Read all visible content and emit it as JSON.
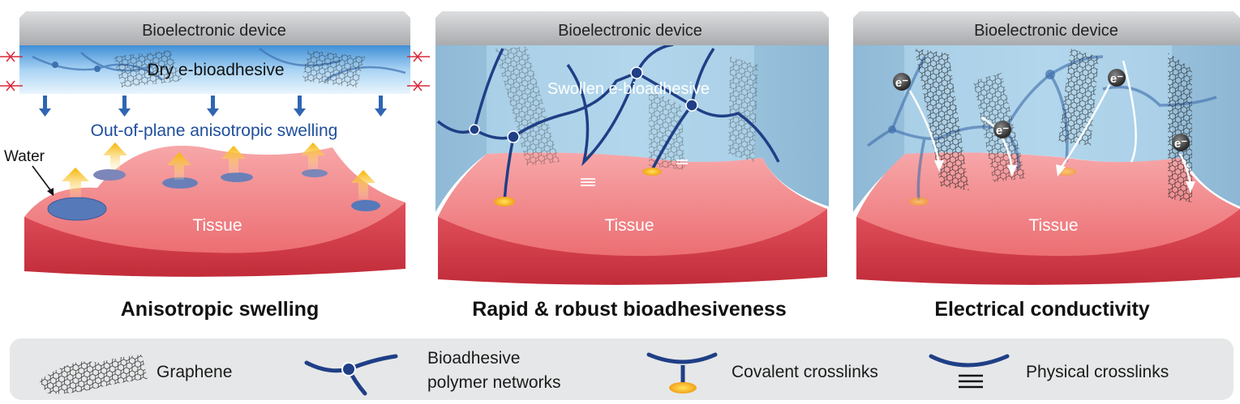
{
  "panels": [
    {
      "device_label": "Bioelectronic device",
      "adhesive_label": "Dry e-bioadhesive",
      "swelling_label": "Out-of-plane anisotropic swelling",
      "water_label": "Water",
      "tissue_label": "Tissue",
      "title": "Anisotropic swelling"
    },
    {
      "device_label": "Bioelectronic device",
      "adhesive_label": "Swollen e-bioadhesive",
      "tissue_label": "Tissue",
      "title": "Rapid & robust bioadhesiveness"
    },
    {
      "device_label": "Bioelectronic device",
      "tissue_label": "Tissue",
      "electron_label": "e⁻",
      "title": "Electrical conductivity"
    }
  ],
  "legend": {
    "graphene": "Graphene",
    "polymer_line1": "Bioadhesive",
    "polymer_line2": "polymer networks",
    "covalent": "Covalent crosslinks",
    "physical": "Physical crosslinks"
  },
  "colors": {
    "device_gray": "#bdbebf",
    "adhesive_blue": "#9cc8e6",
    "polymer_navy": "#1f3f86",
    "tissue_red": "#e04a58",
    "swelling_text": "#1f4e9c",
    "arrow_yellow": "#f6b400",
    "legend_bg": "#e6e7e8"
  }
}
